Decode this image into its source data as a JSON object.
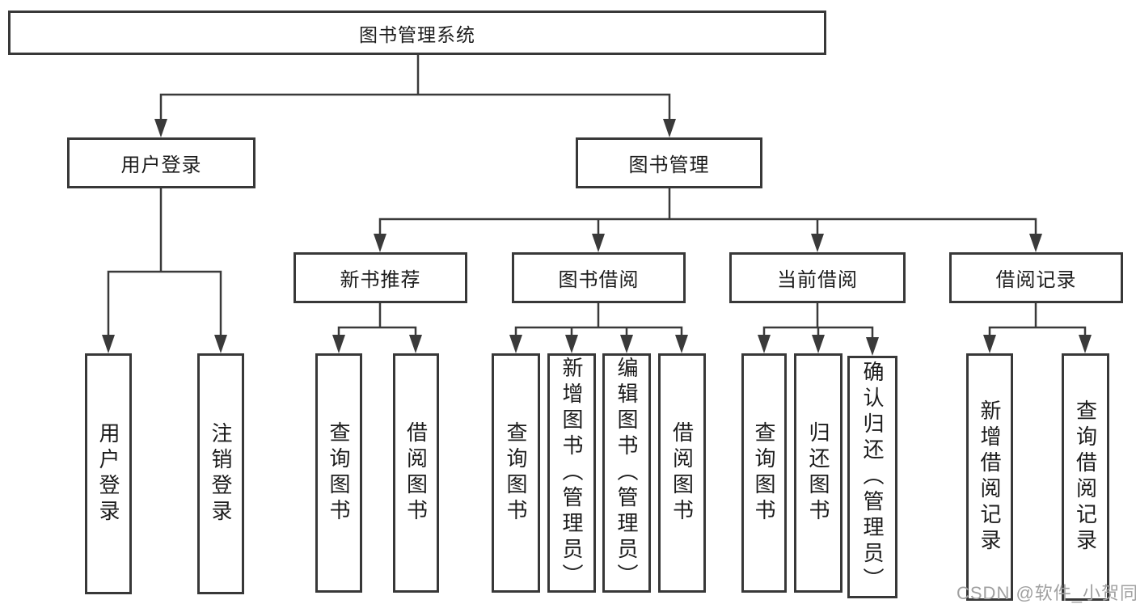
{
  "diagram": {
    "root": {
      "label": "图书管理系统"
    },
    "branches": [
      {
        "label": "用户登录",
        "children": [
          {
            "label": "用户登录"
          },
          {
            "label": "注销登录"
          }
        ]
      },
      {
        "label": "图书管理",
        "children": [
          {
            "label": "新书推荐",
            "children": [
              {
                "label": "查询图书"
              },
              {
                "label": "借阅图书"
              }
            ]
          },
          {
            "label": "图书借阅",
            "children": [
              {
                "label": "查询图书"
              },
              {
                "label": "新增图书（管理员）"
              },
              {
                "label": "编辑图书（管理员）"
              },
              {
                "label": "借阅图书"
              }
            ]
          },
          {
            "label": "当前借阅",
            "children": [
              {
                "label": "查询图书"
              },
              {
                "label": "归还图书"
              },
              {
                "label": "确认归还（管理员）"
              }
            ]
          },
          {
            "label": "借阅记录",
            "children": [
              {
                "label": "新增借阅记录"
              },
              {
                "label": "查询借阅记录"
              }
            ]
          }
        ]
      }
    ]
  },
  "watermark": {
    "text": "CSDN @软件_小贺同学"
  },
  "colors": {
    "line": "#3a3a3a",
    "box_border": "#383838",
    "text": "#1c1c1c",
    "watermark": "#a0a0a0",
    "background": "#ffffff"
  }
}
